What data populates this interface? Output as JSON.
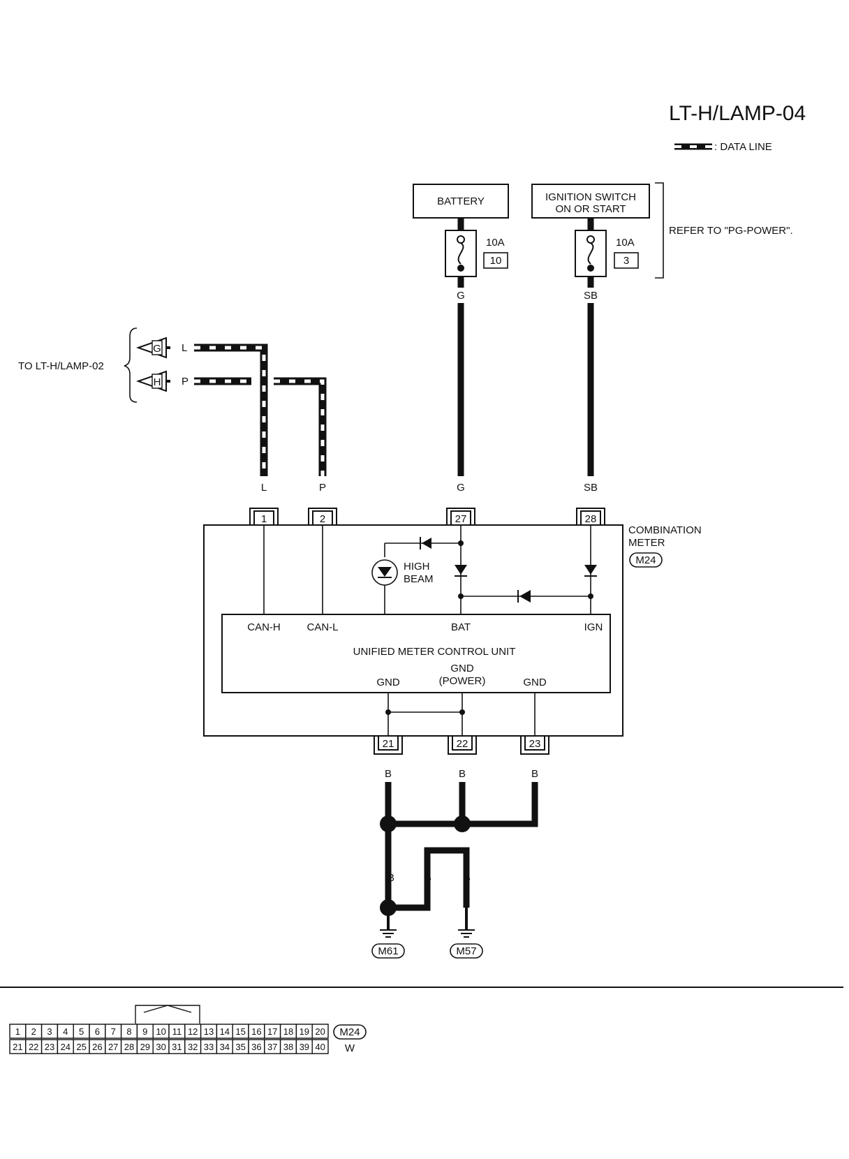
{
  "title": "LT-H/LAMP-04",
  "legend": {
    "label": ": DATA LINE"
  },
  "power": {
    "battery_label": "BATTERY",
    "ignition_line1": "IGNITION SWITCH",
    "ignition_line2": "ON OR START",
    "refer_note": "REFER TO \"PG-POWER\".",
    "fuse1_amp": "10A",
    "fuse1_no": "10",
    "fuse2_amp": "10A",
    "fuse2_no": "3"
  },
  "offpage": {
    "label": "TO LT-H/LAMP-02",
    "conn_g": "G",
    "conn_h": "H",
    "wire_l": "L",
    "wire_p": "P"
  },
  "wires": {
    "g": "G",
    "sb": "SB",
    "l": "L",
    "p": "P",
    "b": "B"
  },
  "meter": {
    "name_line1": "COMBINATION",
    "name_line2": "METER",
    "connector": "M24",
    "pins": [
      "1",
      "2",
      "27",
      "28",
      "21",
      "22",
      "23"
    ],
    "high_beam_line1": "HIGH",
    "high_beam_line2": "BEAM",
    "unit_label": "UNIFIED METER CONTROL UNIT",
    "term_can_h": "CAN-H",
    "term_can_l": "CAN-L",
    "term_bat": "BAT",
    "term_ign": "IGN",
    "term_gnd_left": "GND",
    "term_gnd_power1": "GND",
    "term_gnd_power2": "(POWER)",
    "term_gnd_right": "GND"
  },
  "grounds": [
    "M61",
    "M57"
  ],
  "connector_face": {
    "id": "M24",
    "color": "W",
    "row1": [
      "1",
      "2",
      "3",
      "4",
      "5",
      "6",
      "7",
      "8",
      "9",
      "10",
      "11",
      "12",
      "13",
      "14",
      "15",
      "16",
      "17",
      "18",
      "19",
      "20"
    ],
    "row2": [
      "21",
      "22",
      "23",
      "24",
      "25",
      "26",
      "27",
      "28",
      "29",
      "30",
      "31",
      "32",
      "33",
      "34",
      "35",
      "36",
      "37",
      "38",
      "39",
      "40"
    ]
  }
}
